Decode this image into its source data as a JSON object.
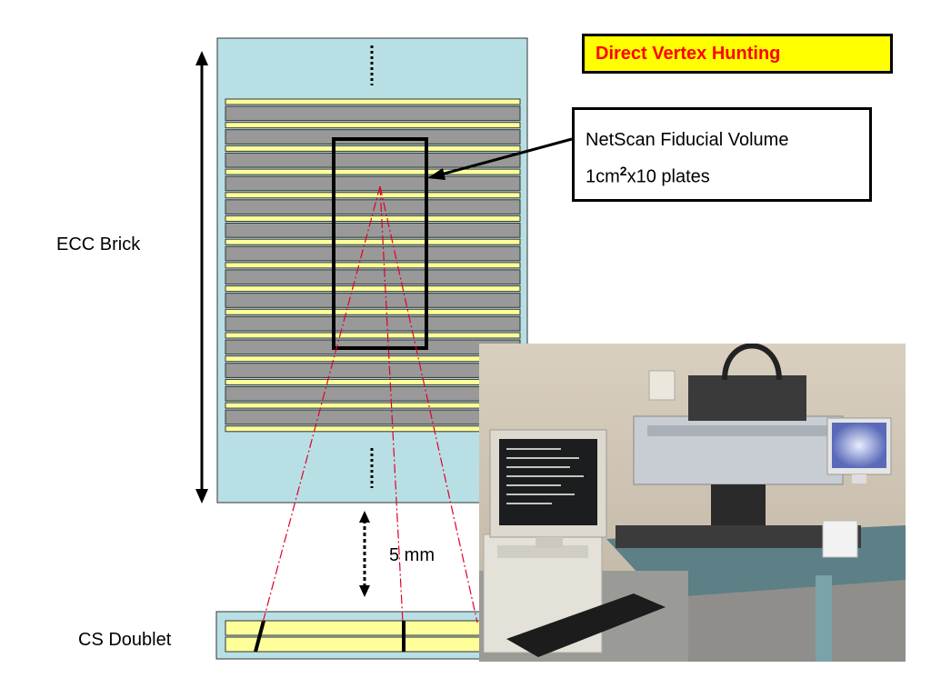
{
  "title": "Direct Vertex Hunting",
  "callout": {
    "line1": "NetScan Fiducial Volume",
    "line2_prefix": "1cm",
    "line2_sup": "2",
    "line2_suffix": "x10 plates"
  },
  "labels": {
    "ecc_brick": "ECC Brick",
    "gap": "5 mm",
    "cs_doublet": "CS Doublet"
  },
  "photo": {
    "description_name": "scanning-microscope-photo"
  },
  "colors": {
    "brick_bg": "#b8e0e4",
    "plate_gray": "#999999",
    "film_yellow": "#ffff99",
    "title_bg": "#ffff00",
    "title_text": "#ff0000",
    "track_red": "#e0002a"
  }
}
